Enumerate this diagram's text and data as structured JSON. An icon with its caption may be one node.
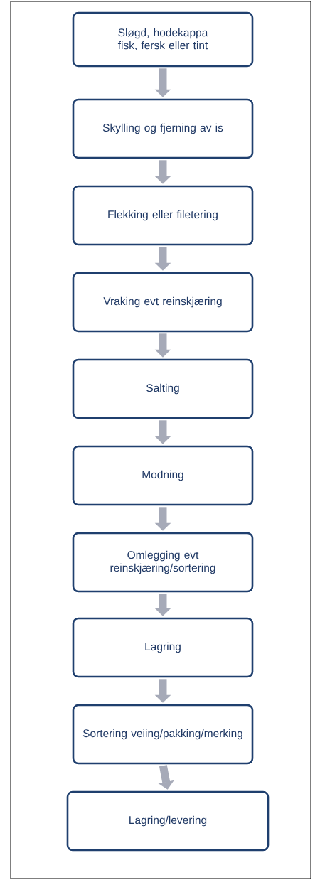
{
  "diagram": {
    "nodes": [
      {
        "text": [
          "Sløgd, hodekappa fisk, fersk eller tint"
        ]
      },
      {
        "text": [
          "Skylling og fjerning av is"
        ]
      },
      {
        "text": [
          "Flekking eller filetering"
        ]
      },
      {
        "text": [
          "Vraking evt reinskjæring"
        ]
      },
      {
        "text": [
          "Salting"
        ]
      },
      {
        "text": [
          "Modning"
        ]
      },
      {
        "text": [
          "Omlegging evt reinskjæring/sortering"
        ]
      },
      {
        "text": [
          "Lagring"
        ]
      },
      {
        "text": [
          "Sortering veiing/pakking/merking"
        ]
      },
      {
        "text": [
          "Lagring/levering"
        ]
      }
    ],
    "edges": [
      {
        "from": 0,
        "to": 1,
        "arrow": "to"
      },
      {
        "from": 1,
        "to": 2,
        "arrow": "to"
      },
      {
        "from": 2,
        "to": 3,
        "arrow": "to"
      },
      {
        "from": 3,
        "to": 4,
        "arrow": "to"
      },
      {
        "from": 4,
        "to": 5,
        "arrow": "to"
      },
      {
        "from": 5,
        "to": 6,
        "arrow": "to"
      },
      {
        "from": 6,
        "to": 7,
        "arrow": "to"
      },
      {
        "from": 7,
        "to": 8,
        "arrow": "to"
      },
      {
        "from": 8,
        "to": 9,
        "arrow": "to"
      }
    ]
  }
}
